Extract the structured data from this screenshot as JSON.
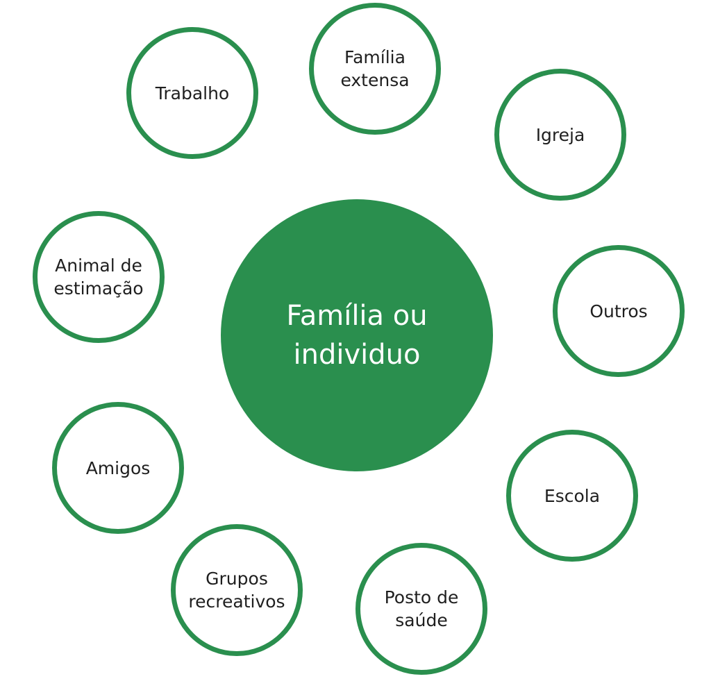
{
  "center": {
    "label": "Família ou\nindividuo"
  },
  "nodes": {
    "trabalho": "Trabalho",
    "familia_extensa": "Família\nextensa",
    "igreja": "Igreja",
    "animal": "Animal de\nestimação",
    "outros": "Outros",
    "amigos": "Amigos",
    "escola": "Escola",
    "grupos": "Grupos\nrecreativos",
    "posto": "Posto de\nsaúde"
  },
  "colors": {
    "green": "#2a8f4e",
    "text": "#1f1f1f",
    "center_text": "#ffffff",
    "background": "#ffffff"
  }
}
